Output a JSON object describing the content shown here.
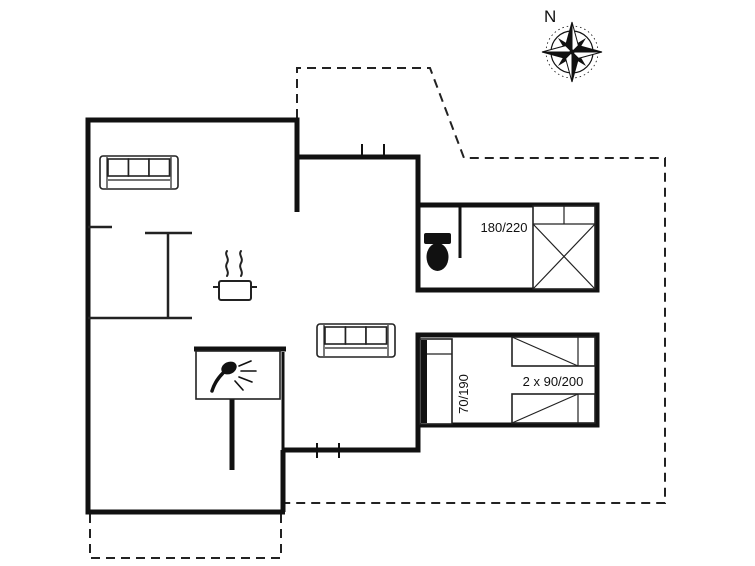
{
  "page": {
    "type": "cottage-floor-plan"
  },
  "compass": {
    "label": "N"
  },
  "labels": {
    "double_bed": "180/220",
    "twin_beds": "2 x 90/200",
    "single_bed": "70/190"
  },
  "colors": {
    "wall": "#111111",
    "furniture": "#222222",
    "background": "#ffffff"
  },
  "icons": {
    "compass": "compass-rose",
    "sofa": "sofa-top-view",
    "table": "dining-table",
    "stove": "steaming-pot",
    "shower": "shower-head-spray",
    "toilet": "wc-toilet",
    "beds": "bed-with-duvet-lines"
  }
}
